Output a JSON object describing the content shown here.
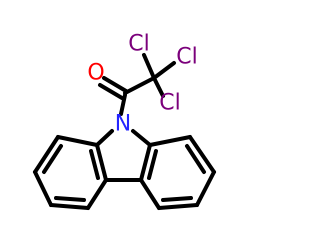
{
  "molecule": {
    "atoms": {
      "oxygen": {
        "symbol": "O",
        "color": "#ff0000"
      },
      "nitrogen": {
        "symbol": "N",
        "color": "#2424ff"
      },
      "chlorine_top_left": {
        "symbol": "Cl",
        "color": "#7b007b"
      },
      "chlorine_top_right": {
        "symbol": "Cl",
        "color": "#7b007b"
      },
      "chlorine_bottom": {
        "symbol": "Cl",
        "color": "#7b007b"
      }
    },
    "bond_color": "#000000",
    "background": "#ffffff"
  }
}
